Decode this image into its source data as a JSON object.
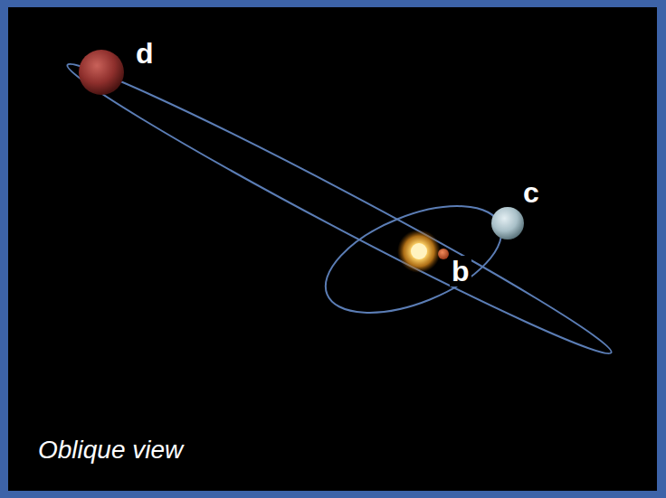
{
  "diagram": {
    "labels": [
      "d",
      "c",
      "b",
      "Oblique view"
    ]
  }
}
